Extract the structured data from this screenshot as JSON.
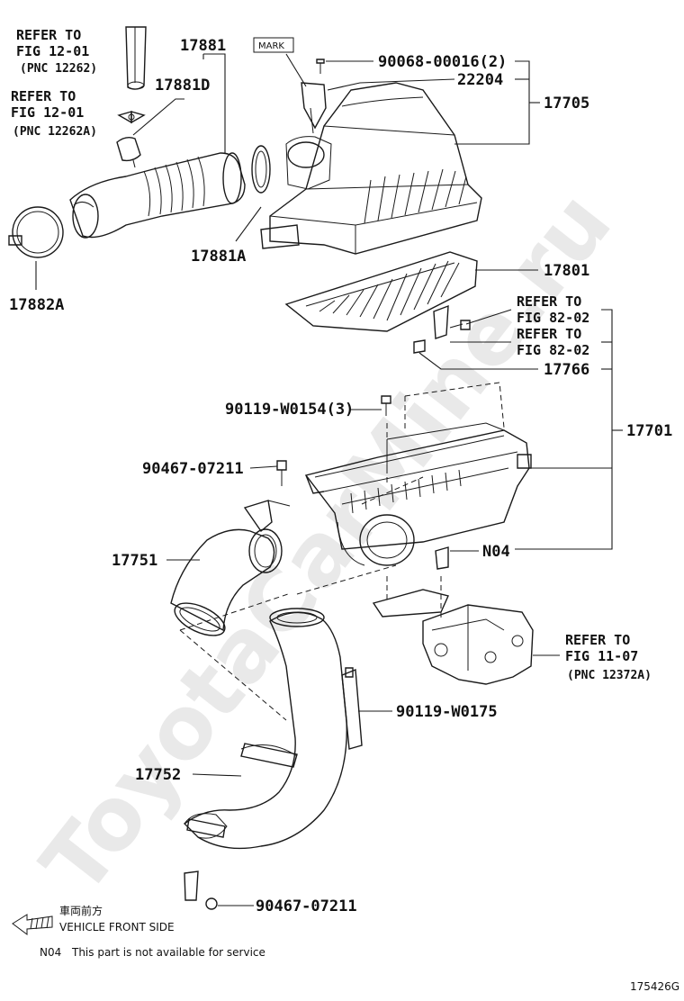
{
  "watermark": "ToyotaCarMine.ru",
  "figure_id": "175426G",
  "labels": {
    "refer_fig12_a_line1": "REFER TO",
    "refer_fig12_a_line2": "FIG 12-01",
    "refer_fig12_a_pnc": "(PNC 12262)",
    "refer_fig12_b_line1": "REFER TO",
    "refer_fig12_b_line2": "FIG 12-01",
    "refer_fig12_b_pnc": "(PNC 12262A)",
    "p17881": "17881",
    "p17881D": "17881D",
    "p17881A": "17881A",
    "p17882A": "17882A",
    "mark": "MARK",
    "p90068": "90068-00016(2)",
    "p22204": "22204",
    "p17705": "17705",
    "p17801": "17801",
    "refer_fig82_a_line1": "REFER TO",
    "refer_fig82_a_line2": "FIG 82-02",
    "refer_fig82_b_line1": "REFER TO",
    "refer_fig82_b_line2": "FIG 82-02",
    "p17766": "17766",
    "p90119_w0154": "90119-W0154(3)",
    "p17701": "17701",
    "p90467_a": "90467-07211",
    "p17751": "17751",
    "pN04": "N04",
    "refer_fig11_line1": "REFER TO",
    "refer_fig11_line2": "FIG 11-07",
    "refer_fig11_pnc": "(PNC 12372A)",
    "p90119_w0175": "90119-W0175",
    "p17752": "17752",
    "p90467_b": "90467-07211"
  },
  "legend": {
    "front_jp": "車両前方",
    "front_en": "VEHICLE FRONT SIDE",
    "note_code": "N04",
    "note_text": "This part is not available for service"
  }
}
